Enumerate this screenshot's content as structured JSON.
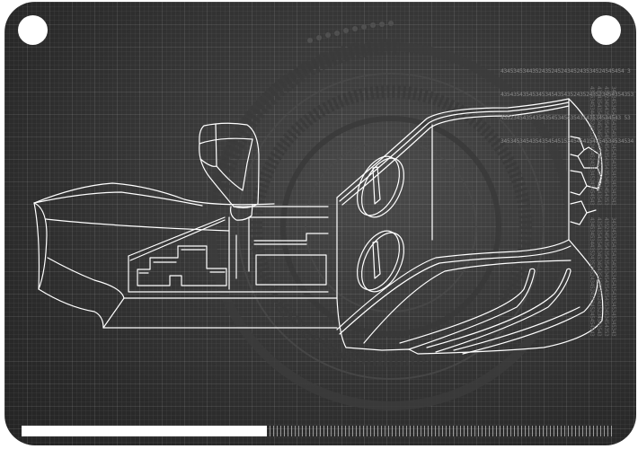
{
  "illustration": {
    "subject": "gear-shifter-blueprint",
    "background_color": "#2e2e2e",
    "line_color": "#ffffff"
  },
  "hex_text": {
    "lines": [
      "434534534435243524524345243534524545454 3",
      "435435435453453454354352435243523454354353 5",
      "43523454354354354534543543543534534543 53",
      "345345345435435454515345454154354534534534 3"
    ],
    "vertical_columns": [
      "4345345344352435245243452435345245454543",
      "4354354354534534543543524352435234543543",
      "4352345435435435453454354354353453454353",
      "3453453454354354535345435435345345345343"
    ]
  },
  "progress_bar": {
    "fill_percent": 42,
    "fill_color": "#ffffff",
    "tick_color": "#bdbdbd"
  }
}
